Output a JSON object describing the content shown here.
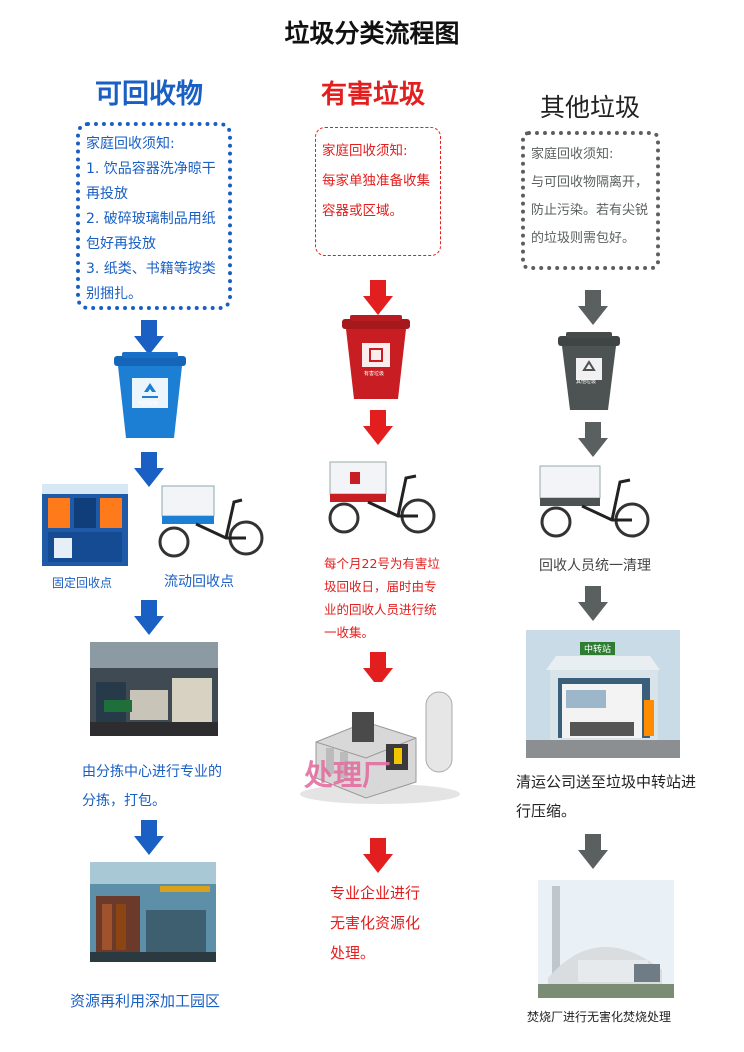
{
  "title": "垃圾分类流程图",
  "colors": {
    "blue": "#1a5fc4",
    "red": "#e31e1e",
    "gray": "#5a5f5f",
    "bin_blue": "#1d7fd4",
    "bin_red": "#c81e23",
    "bin_gray": "#4d5252"
  },
  "columns": {
    "recyclable": {
      "title": "可回收物",
      "notice_lines": [
        "家庭回收须知:",
        "1. 饮品容器洗净晾干",
        "再投放",
        "2. 破碎玻璃制品用纸",
        "包好再投放",
        "3. 纸类、书籍等按类",
        "别捆扎。"
      ],
      "bin_label": "可回收物",
      "fixed_point": "固定回收点",
      "mobile_point": "流动回收点",
      "sorting_lines": [
        "由分拣中心进行专业的",
        "分拣，打包。"
      ],
      "final": "资源再利用深加工园区"
    },
    "hazardous": {
      "title": "有害垃圾",
      "notice_lines": [
        "家庭回收须知:",
        "每家单独准备收集",
        "容器或区域。"
      ],
      "bin_label": "有害垃圾",
      "collection_lines": [
        "每个月22号为有害垃",
        "圾回收日，届时由专",
        "业的回收人员进行统",
        "一收集。"
      ],
      "plant_label": "处理厂",
      "final_lines": [
        "专业企业进行",
        "无害化资源化",
        "处理。"
      ]
    },
    "other": {
      "title": "其他垃圾",
      "notice_lines": [
        "家庭回收须知:",
        "与可回收物隔离开，",
        "防止污染。若有尖锐",
        "的垃圾则需包好。"
      ],
      "bin_label": "其他垃圾",
      "collect": "回收人员统一清理",
      "station_sign": "中转站",
      "transfer_lines": [
        "清运公司送至垃圾中转站进",
        "行压缩。"
      ],
      "final": "焚烧厂进行无害化焚烧处理"
    }
  }
}
